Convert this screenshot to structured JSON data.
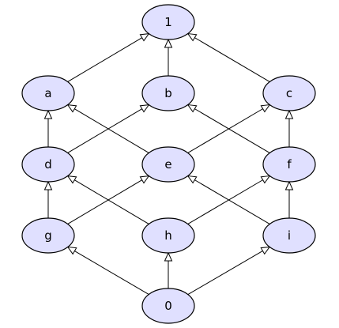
{
  "colors": {
    "node_fill": "#e0e0ff",
    "stroke": "#000000",
    "arrow_fill": "#ffffff",
    "background": "#ffffff"
  },
  "nodes": [
    {
      "id": "1",
      "label": "1"
    },
    {
      "id": "a",
      "label": "a"
    },
    {
      "id": "b",
      "label": "b"
    },
    {
      "id": "c",
      "label": "c"
    },
    {
      "id": "d",
      "label": "d"
    },
    {
      "id": "e",
      "label": "e"
    },
    {
      "id": "f",
      "label": "f"
    },
    {
      "id": "g",
      "label": "g"
    },
    {
      "id": "h",
      "label": "h"
    },
    {
      "id": "i",
      "label": "i"
    },
    {
      "id": "0",
      "label": "0"
    }
  ],
  "edges": [
    {
      "from": "a",
      "to": "1"
    },
    {
      "from": "b",
      "to": "1"
    },
    {
      "from": "c",
      "to": "1"
    },
    {
      "from": "d",
      "to": "a"
    },
    {
      "from": "d",
      "to": "b"
    },
    {
      "from": "e",
      "to": "a"
    },
    {
      "from": "e",
      "to": "c"
    },
    {
      "from": "f",
      "to": "b"
    },
    {
      "from": "f",
      "to": "c"
    },
    {
      "from": "g",
      "to": "d"
    },
    {
      "from": "g",
      "to": "e"
    },
    {
      "from": "h",
      "to": "d"
    },
    {
      "from": "h",
      "to": "f"
    },
    {
      "from": "i",
      "to": "e"
    },
    {
      "from": "i",
      "to": "f"
    },
    {
      "from": "0",
      "to": "g"
    },
    {
      "from": "0",
      "to": "h"
    },
    {
      "from": "0",
      "to": "i"
    }
  ]
}
